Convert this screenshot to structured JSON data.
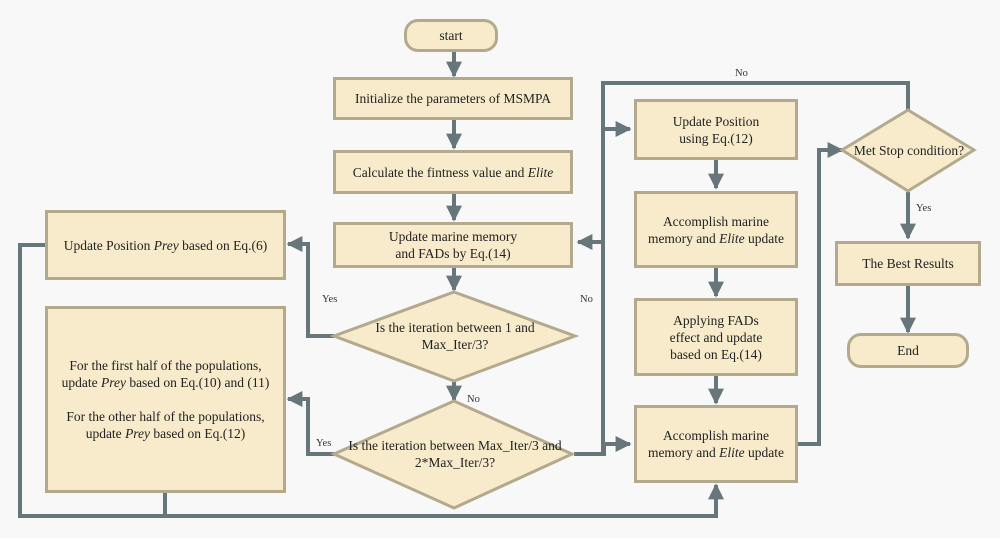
{
  "nodes": {
    "start": "start",
    "init": "Initialize the parameters of MSMPA",
    "calc": {
      "pre": "Calculate the fintness value and ",
      "em": "Elite",
      "post": ""
    },
    "memory": {
      "line1": "Update marine memory",
      "line2": "and FADs by Eq.(14)"
    },
    "dec1": {
      "line1": "Is the iteration between",
      "line2": "1 and Max_Iter/3?"
    },
    "dec2": {
      "line1": "Is the iteration between",
      "line2": "Max_Iter/3 and 2*Max_Iter/3?"
    },
    "prey6": {
      "pre": "Update Position ",
      "em": "Prey",
      "post": " based on Eq.(6)"
    },
    "half": {
      "p1l1": "For the first half of the populations,",
      "p1l2pre": "update ",
      "p1l2em": "Prey",
      "p1l2post": " based on Eq.(10) and (11)",
      "p2l1": "For the other half of the populations,",
      "p2l2pre": "update ",
      "p2l2em": "Prey",
      "p2l2post": " based on Eq.(12)"
    },
    "pos12": {
      "line1": "Update Position",
      "line2": "using Eq.(12)"
    },
    "acc1": {
      "line1": "Accomplish marine",
      "l2pre": "memory and ",
      "l2em": "Elite",
      "l2post": " update"
    },
    "fads": {
      "line1": "Applying FADs",
      "line2": "effect and update",
      "line3": "based on Eq.(14)"
    },
    "acc2": {
      "line1": "Accomplish marine",
      "l2pre": "memory and ",
      "l2em": "Elite",
      "l2post": " update"
    },
    "stop": "Met Stop condition?",
    "best": "The Best Results",
    "end": "End"
  },
  "labels": {
    "yes1": "Yes",
    "no1": "No",
    "yes2": "Yes",
    "no2": "No",
    "no_stop": "No",
    "yes_stop": "Yes"
  },
  "colors": {
    "node_fill": "#f8ebcb",
    "node_border": "#b3aa8e",
    "edge": "#67767a",
    "background": "#f8f8f8"
  }
}
